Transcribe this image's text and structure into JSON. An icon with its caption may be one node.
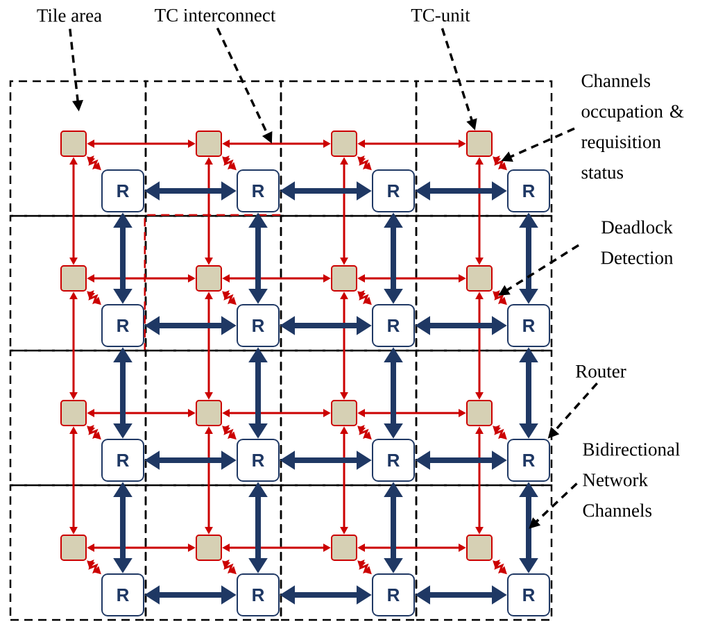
{
  "diagram": {
    "nodes": [
      {
        "text": [
          "Tile area"
        ]
      },
      {
        "text": [
          "TC interconnect"
        ]
      },
      {
        "text": [
          "TC-unit"
        ]
      },
      {
        "text": [
          "Channels occupation & requisition status"
        ]
      },
      {
        "text": [
          "Deadlock Detection"
        ]
      },
      {
        "text": [
          "Router"
        ]
      },
      {
        "text": [
          "Bidirectional Network Channels"
        ]
      },
      {
        "text": [],
        "shape": "box"
      },
      {
        "text": [],
        "shape": "box",
        "in": 7
      },
      {
        "text": [
          "R"
        ],
        "in": 7
      },
      {
        "text": [],
        "shape": "box"
      },
      {
        "text": [],
        "shape": "box",
        "in": 10
      },
      {
        "text": [
          "R"
        ],
        "in": 10
      },
      {
        "text": [],
        "shape": "box"
      },
      {
        "text": [],
        "shape": "box",
        "in": 13
      },
      {
        "text": [
          "R"
        ],
        "in": 13
      },
      {
        "text": [],
        "shape": "box"
      },
      {
        "text": [],
        "shape": "box",
        "in": 16
      },
      {
        "text": [
          "R"
        ],
        "in": 16
      },
      {
        "text": [],
        "shape": "box"
      },
      {
        "text": [],
        "shape": "box",
        "in": 19
      },
      {
        "text": [
          "R"
        ],
        "in": 19
      },
      {
        "text": [],
        "shape": "box"
      },
      {
        "text": [],
        "shape": "box",
        "in": 22
      },
      {
        "text": [
          "R"
        ],
        "in": 22
      },
      {
        "text": [],
        "shape": "box"
      },
      {
        "text": [],
        "shape": "box",
        "in": 25
      },
      {
        "text": [
          "R"
        ],
        "in": 25
      },
      {
        "text": [],
        "shape": "box"
      },
      {
        "text": [],
        "shape": "box",
        "in": 28
      },
      {
        "text": [
          "R"
        ],
        "in": 28
      },
      {
        "text": [],
        "shape": "box"
      },
      {
        "text": [],
        "shape": "box",
        "in": 31
      },
      {
        "text": [
          "R"
        ],
        "in": 31
      },
      {
        "text": [],
        "shape": "box"
      },
      {
        "text": [],
        "shape": "box",
        "in": 34
      },
      {
        "text": [
          "R"
        ],
        "in": 34
      },
      {
        "text": [],
        "shape": "box"
      },
      {
        "text": [],
        "shape": "box",
        "in": 37
      },
      {
        "text": [
          "R"
        ],
        "in": 37
      },
      {
        "text": [],
        "shape": "box"
      },
      {
        "text": [],
        "shape": "box",
        "in": 40
      },
      {
        "text": [
          "R"
        ],
        "in": 40
      },
      {
        "text": [],
        "shape": "box"
      },
      {
        "text": [],
        "shape": "box",
        "in": 43
      },
      {
        "text": [
          "R"
        ],
        "in": 43
      },
      {
        "text": [],
        "shape": "box"
      },
      {
        "text": [],
        "shape": "box",
        "in": 46
      },
      {
        "text": [
          "R"
        ],
        "in": 46
      },
      {
        "text": [],
        "shape": "box"
      },
      {
        "text": [],
        "shape": "box",
        "in": 49
      },
      {
        "text": [
          "R"
        ],
        "in": 49
      },
      {
        "text": [],
        "shape": "box"
      },
      {
        "text": [],
        "shape": "box",
        "in": 52
      },
      {
        "text": [
          "R"
        ],
        "in": 52
      }
    ],
    "edges": [
      {
        "from": 8,
        "to": 9,
        "arrow": "both"
      },
      {
        "from": 11,
        "to": 12,
        "arrow": "both"
      },
      {
        "from": 14,
        "to": 15,
        "arrow": "both"
      },
      {
        "from": 17,
        "to": 18,
        "arrow": "both"
      },
      {
        "from": 20,
        "to": 21,
        "arrow": "both"
      },
      {
        "from": 23,
        "to": 24,
        "arrow": "both"
      },
      {
        "from": 26,
        "to": 27,
        "arrow": "both"
      },
      {
        "from": 29,
        "to": 30,
        "arrow": "both"
      },
      {
        "from": 32,
        "to": 33,
        "arrow": "both"
      },
      {
        "from": 35,
        "to": 36,
        "arrow": "both"
      },
      {
        "from": 38,
        "to": 39,
        "arrow": "both"
      },
      {
        "from": 41,
        "to": 42,
        "arrow": "both"
      },
      {
        "from": 44,
        "to": 45,
        "arrow": "both"
      },
      {
        "from": 47,
        "to": 48,
        "arrow": "both"
      },
      {
        "from": 50,
        "to": 51,
        "arrow": "both"
      },
      {
        "from": 53,
        "to": 54,
        "arrow": "both"
      },
      {
        "from": 8,
        "to": 11,
        "arrow": "both"
      },
      {
        "from": 11,
        "to": 14,
        "arrow": "both"
      },
      {
        "from": 14,
        "to": 17,
        "arrow": "both"
      },
      {
        "from": 20,
        "to": 23,
        "arrow": "both"
      },
      {
        "from": 23,
        "to": 26,
        "arrow": "both"
      },
      {
        "from": 26,
        "to": 29,
        "arrow": "both"
      },
      {
        "from": 32,
        "to": 35,
        "arrow": "both"
      },
      {
        "from": 35,
        "to": 38,
        "arrow": "both"
      },
      {
        "from": 38,
        "to": 41,
        "arrow": "both"
      },
      {
        "from": 44,
        "to": 47,
        "arrow": "both"
      },
      {
        "from": 47,
        "to": 50,
        "arrow": "both"
      },
      {
        "from": 50,
        "to": 53,
        "arrow": "both"
      },
      {
        "from": 8,
        "to": 20,
        "arrow": "both"
      },
      {
        "from": 11,
        "to": 23,
        "arrow": "both"
      },
      {
        "from": 14,
        "to": 26,
        "arrow": "both"
      },
      {
        "from": 17,
        "to": 29,
        "arrow": "both"
      },
      {
        "from": 20,
        "to": 32,
        "arrow": "both"
      },
      {
        "from": 23,
        "to": 35,
        "arrow": "both"
      },
      {
        "from": 26,
        "to": 38,
        "arrow": "both"
      },
      {
        "from": 29,
        "to": 41,
        "arrow": "both"
      },
      {
        "from": 32,
        "to": 44,
        "arrow": "both"
      },
      {
        "from": 35,
        "to": 47,
        "arrow": "both"
      },
      {
        "from": 38,
        "to": 50,
        "arrow": "both"
      },
      {
        "from": 41,
        "to": 53,
        "arrow": "both"
      },
      {
        "from": 9,
        "to": 12,
        "arrow": "both",
        "style": "thick",
        "color": "#1f3864"
      },
      {
        "from": 12,
        "to": 15,
        "arrow": "both",
        "style": "thick",
        "color": "#1f3864"
      },
      {
        "from": 15,
        "to": 18,
        "arrow": "both",
        "style": "thick",
        "color": "#1f3864"
      },
      {
        "from": 21,
        "to": 24,
        "arrow": "both",
        "style": "thick",
        "color": "#1f3864"
      },
      {
        "from": 24,
        "to": 27,
        "arrow": "both",
        "style": "thick",
        "color": "#1f3864"
      },
      {
        "from": 27,
        "to": 30,
        "arrow": "both",
        "style": "thick",
        "color": "#1f3864"
      },
      {
        "from": 33,
        "to": 36,
        "arrow": "both",
        "style": "thick",
        "color": "#1f3864"
      },
      {
        "from": 36,
        "to": 39,
        "arrow": "both",
        "style": "thick",
        "color": "#1f3864"
      },
      {
        "from": 39,
        "to": 42,
        "arrow": "both",
        "style": "thick",
        "color": "#1f3864"
      },
      {
        "from": 45,
        "to": 48,
        "arrow": "both",
        "style": "thick",
        "color": "#1f3864"
      },
      {
        "from": 48,
        "to": 51,
        "arrow": "both",
        "style": "thick",
        "color": "#1f3864"
      },
      {
        "from": 51,
        "to": 54,
        "arrow": "both",
        "style": "thick",
        "color": "#1f3864"
      },
      {
        "from": 9,
        "to": 21,
        "arrow": "both",
        "style": "thick",
        "color": "#1f3864"
      },
      {
        "from": 12,
        "to": 24,
        "arrow": "both",
        "style": "thick",
        "color": "#1f3864"
      },
      {
        "from": 15,
        "to": 27,
        "arrow": "both",
        "style": "thick",
        "color": "#1f3864"
      },
      {
        "from": 18,
        "to": 30,
        "arrow": "both",
        "style": "thick",
        "color": "#1f3864"
      },
      {
        "from": 21,
        "to": 33,
        "arrow": "both",
        "style": "thick",
        "color": "#1f3864"
      },
      {
        "from": 24,
        "to": 36,
        "arrow": "both",
        "style": "thick",
        "color": "#1f3864"
      },
      {
        "from": 27,
        "to": 39,
        "arrow": "both",
        "style": "thick",
        "color": "#1f3864"
      },
      {
        "from": 30,
        "to": 42,
        "arrow": "both",
        "style": "thick",
        "color": "#1f3864"
      },
      {
        "from": 33,
        "to": 45,
        "arrow": "both",
        "style": "thick",
        "color": "#1f3864"
      },
      {
        "from": 36,
        "to": 48,
        "arrow": "both",
        "style": "thick",
        "color": "#1f3864"
      },
      {
        "from": 39,
        "to": 51,
        "arrow": "both",
        "style": "thick",
        "color": "#1f3864"
      },
      {
        "from": 42,
        "to": 54,
        "arrow": "both",
        "style": "thick",
        "color": "#1f3864"
      },
      {
        "from": 0,
        "to": 7,
        "arrow": "to",
        "style": "dashed",
        "color": "#000000"
      },
      {
        "from": 1,
        "to": null,
        "arrow": "to",
        "style": "dashed",
        "color": "#000000"
      },
      {
        "from": 2,
        "to": 17,
        "arrow": "to",
        "style": "dashed",
        "color": "#000000"
      },
      {
        "from": 3,
        "to": null,
        "arrow": "to",
        "style": "dashed",
        "color": "#000000"
      },
      {
        "from": 4,
        "to": null,
        "arrow": "to",
        "style": "dashed",
        "color": "#000000"
      },
      {
        "from": 5,
        "to": 42,
        "arrow": "to",
        "style": "dashed",
        "color": "#000000"
      },
      {
        "from": 6,
        "to": null,
        "arrow": "to",
        "style": "dashed",
        "color": "#000000"
      }
    ]
  }
}
